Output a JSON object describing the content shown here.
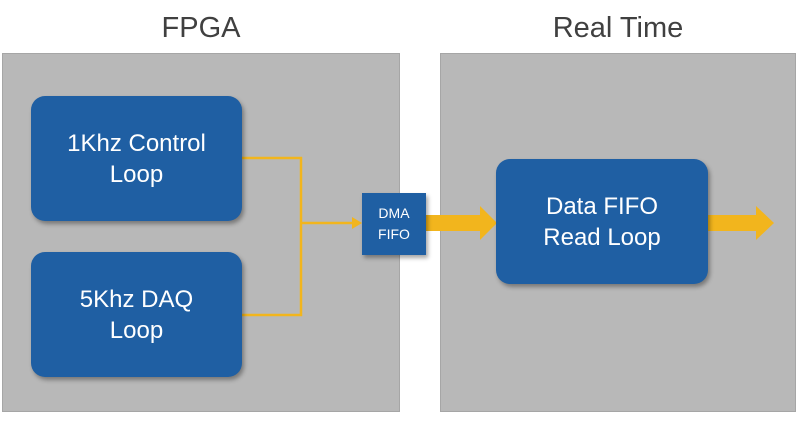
{
  "sections": {
    "fpga": {
      "title": "FPGA"
    },
    "realtime": {
      "title": "Real Time"
    }
  },
  "blocks": {
    "control_loop": "1Khz Control\nLoop",
    "daq_loop": "5Khz DAQ\nLoop",
    "dma_fifo": "DMA\nFIFO",
    "read_loop": "Data FIFO\nRead Loop"
  },
  "colors": {
    "block": "#1f5fa3",
    "panel": "#b8b8b8",
    "connector": "#f2b51d",
    "title_text": "#404040"
  }
}
